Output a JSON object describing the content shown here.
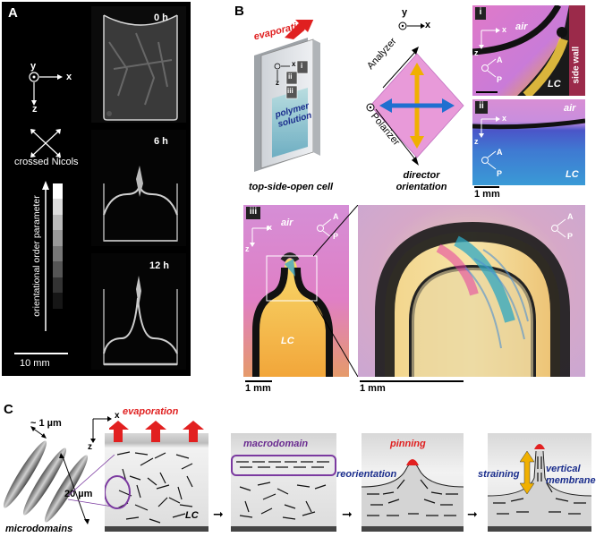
{
  "panel_a": {
    "label": "A",
    "axis_y": "y",
    "axis_x": "x",
    "axis_z": "z",
    "crossed_nicols": "crossed Nicols",
    "order_parameter_label": "orientational order parameter",
    "times": [
      "0 h",
      "6 h",
      "12 h"
    ],
    "scale": "10 mm"
  },
  "panel_b": {
    "label": "B",
    "evaporation": "evaporation",
    "polymer_solution": "polymer solution",
    "cell_caption": "top-side-open cell",
    "analyzer": "Analyzer",
    "polarizer": "Polarizer",
    "director_caption": "director orientation",
    "axis_x": "x",
    "axis_y": "y",
    "axis_z": "z",
    "inset_ids": [
      "i",
      "ii",
      "iii"
    ],
    "air": "air",
    "lc": "LC",
    "side_wall": "side wall",
    "a_label": "A",
    "p_label": "P",
    "scale_1mm": "1 mm"
  },
  "panel_c": {
    "label": "C",
    "size_small": "~ 1 µm",
    "size_large": "20 µm",
    "microdomains": "microdomains",
    "evaporation": "evaporation",
    "axis_x": "x",
    "axis_z": "z",
    "lc": "LC",
    "macrodomain": "macrodomain",
    "reorientation": "reorientation",
    "pinning": "pinning",
    "straining": "straining",
    "vertical_membrane": "vertical membrane"
  }
}
